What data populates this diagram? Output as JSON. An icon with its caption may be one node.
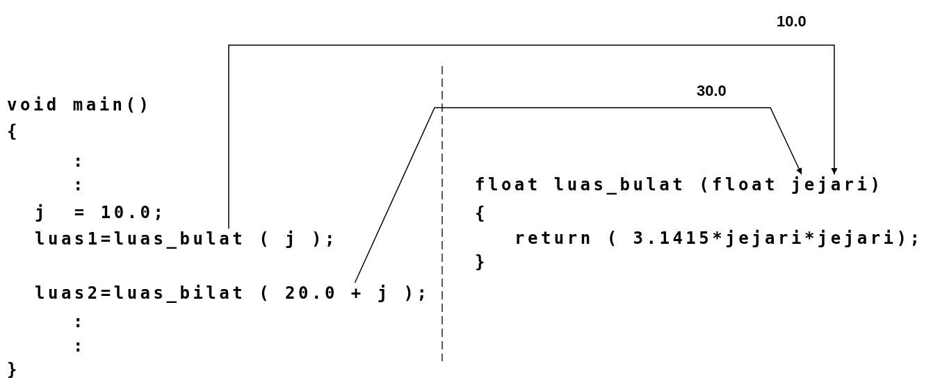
{
  "diagram": {
    "nodes": [
      {
        "text": [
          "luas1=luas_bulat ( j );"
        ]
      },
      {
        "text": [
          "luas2=luas_bilat ( 20.0 + j );"
        ]
      },
      {
        "text": [
          "float luas_bulat (float jejari)"
        ]
      }
    ],
    "edges": [
      {
        "from": 0,
        "to": 2,
        "arrow": "to",
        "label": "10.0"
      },
      {
        "from": 1,
        "to": 2,
        "arrow": "to",
        "label": "30.0"
      }
    ],
    "labels": [
      "void main()",
      "{",
      ":",
      ":",
      "j  = 10.0;",
      ":",
      ":",
      "}",
      "{",
      "return ( 3.1415*jejari*jejari);",
      "}"
    ]
  }
}
